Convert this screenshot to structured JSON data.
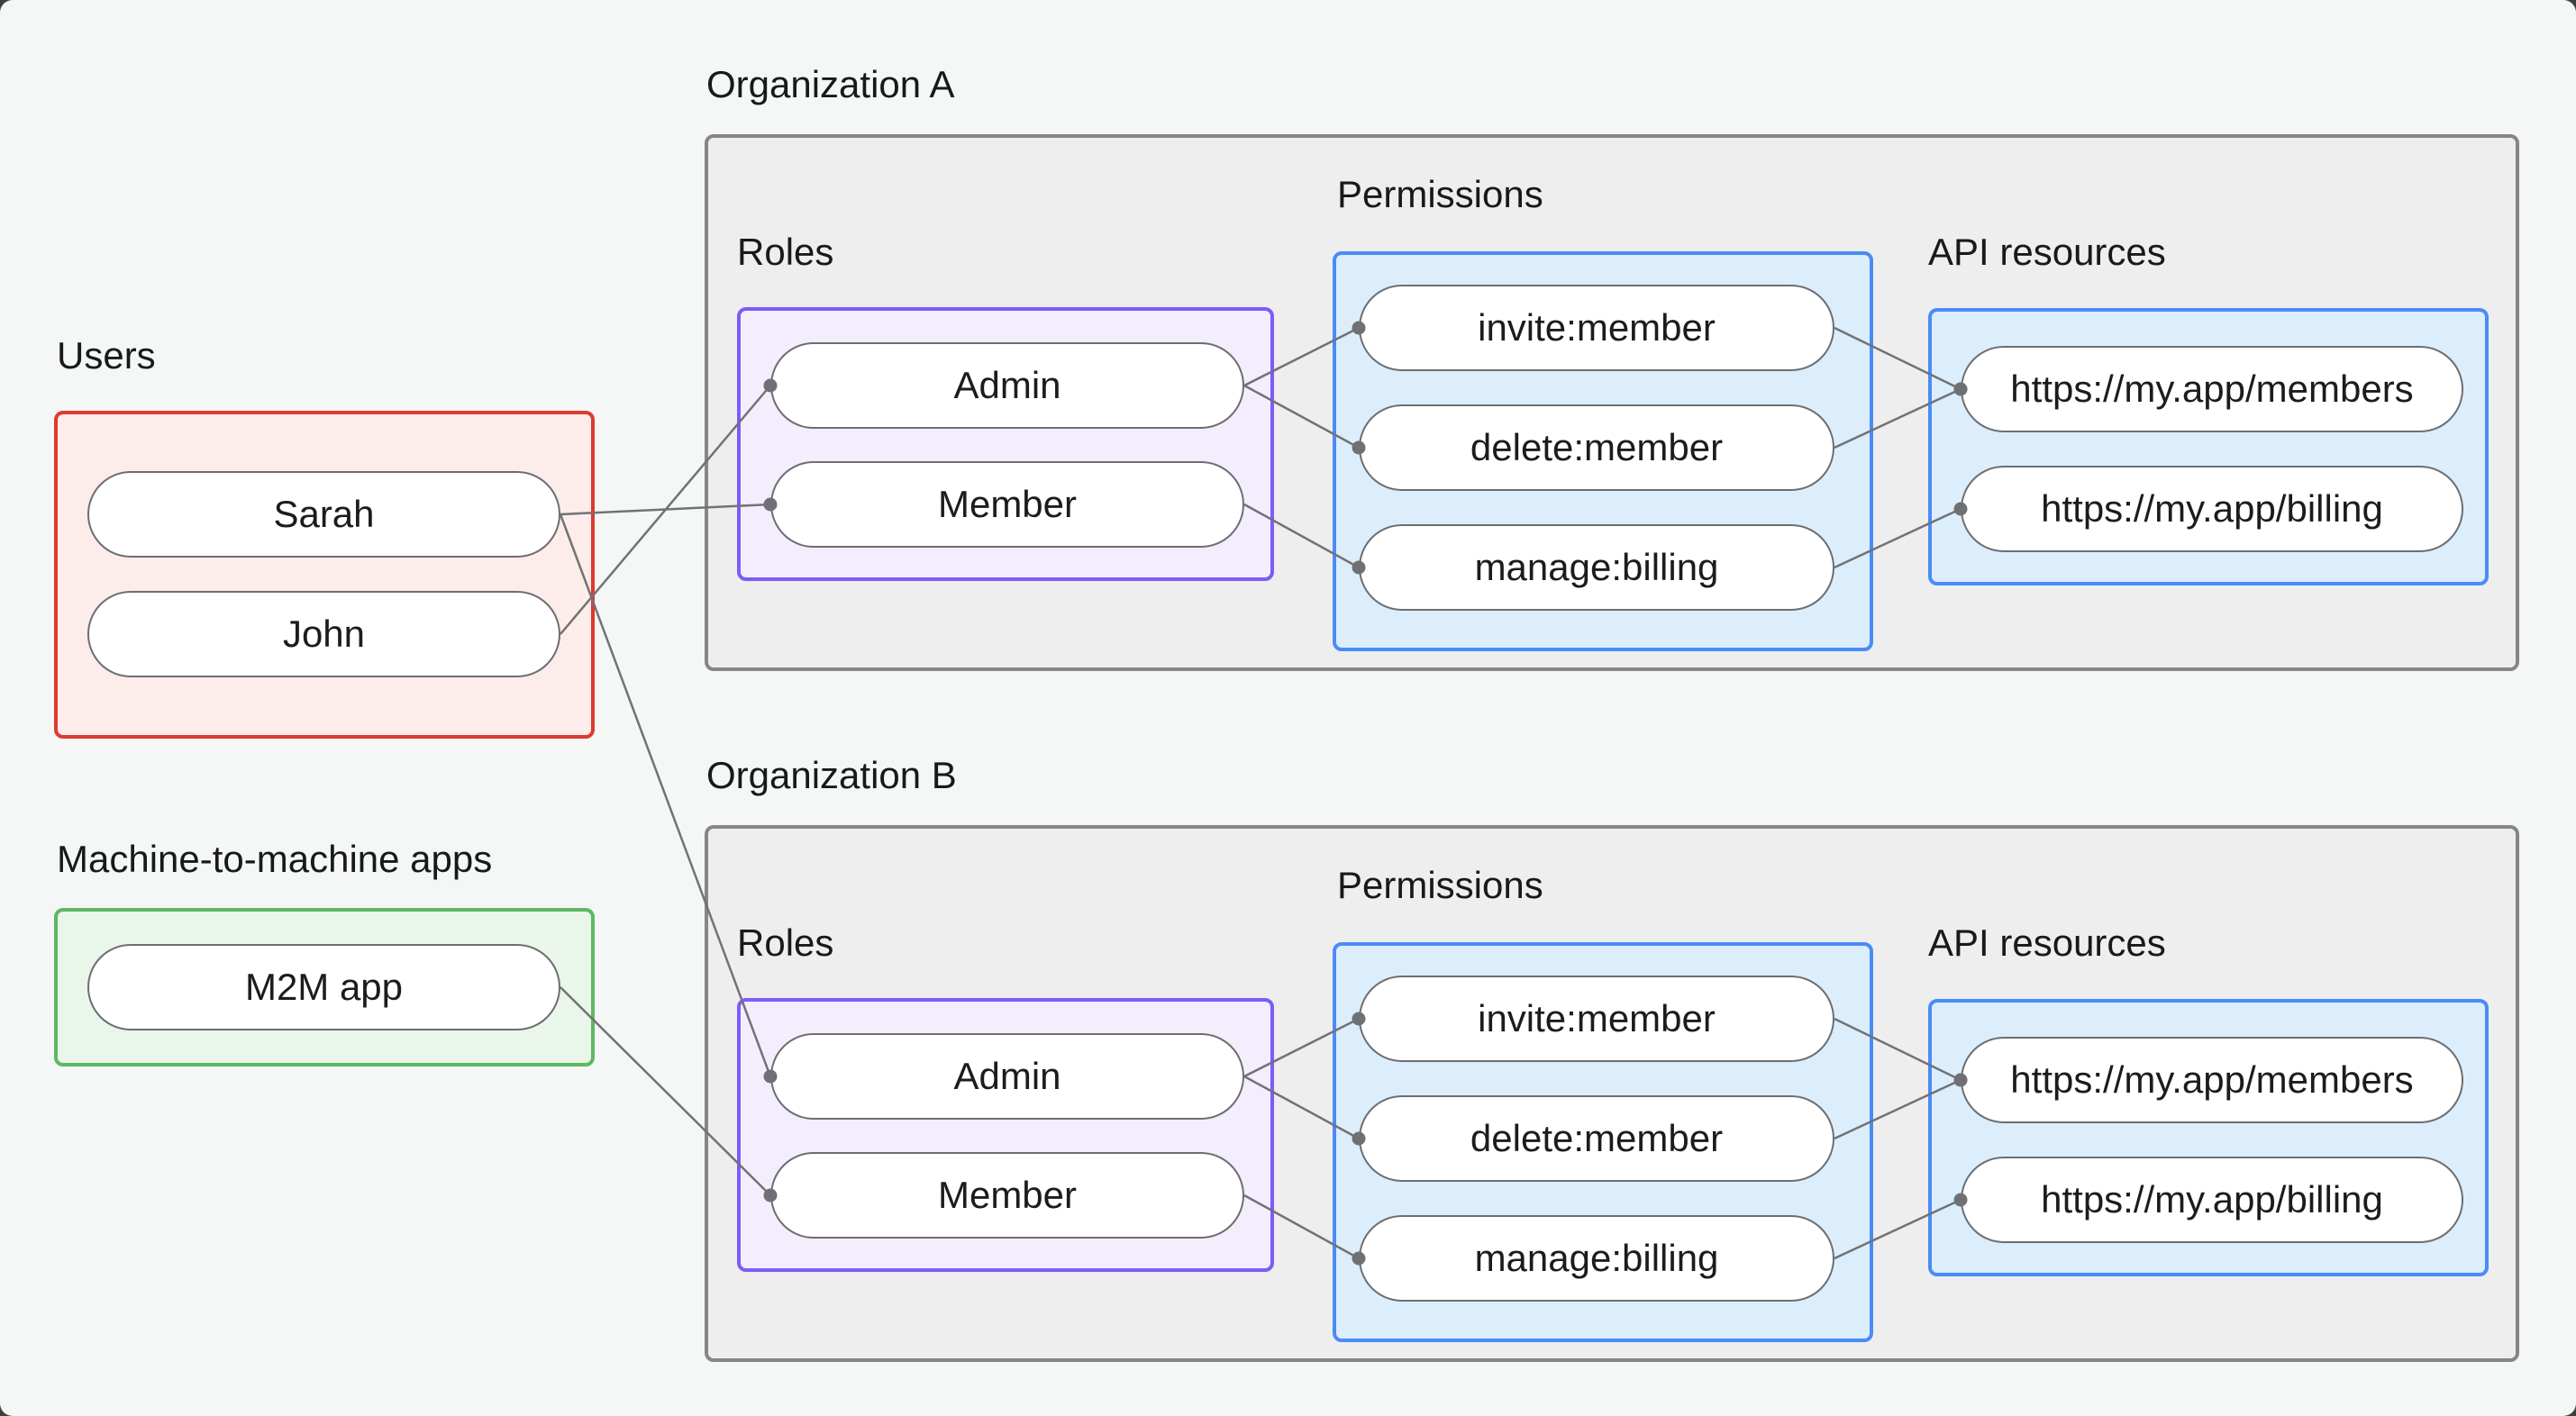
{
  "colors": {
    "backdrop": "#36453a",
    "canvas_background": "#f5f6f6",
    "org_box_fill": "#eeeeef",
    "org_box_border": "#85868a",
    "users_box_fill": "#fcecea",
    "users_box_border": "#e0392e",
    "m2m_box_fill": "#e9f6e9",
    "m2m_box_border": "#5eb763",
    "roles_box_fill": "#f3edfd",
    "roles_box_border": "#7c5cf7",
    "blue_box_fill": "#dceefc",
    "blue_box_border": "#4a8cf7",
    "pill_border": "#6d6e71",
    "connector": "#717275",
    "text": "#1a1c1e"
  },
  "users_group": {
    "label": "Users",
    "items": [
      {
        "id": "sarah",
        "label": "Sarah"
      },
      {
        "id": "john",
        "label": "John"
      }
    ]
  },
  "m2m_group": {
    "label": "Machine-to-machine apps",
    "items": [
      {
        "id": "m2m",
        "label": "M2M app"
      }
    ]
  },
  "org_a": {
    "label": "Organization A",
    "roles": {
      "label": "Roles",
      "items": [
        {
          "id": "adminA",
          "label": "Admin"
        },
        {
          "id": "memberA",
          "label": "Member"
        }
      ]
    },
    "permissions": {
      "label": "Permissions",
      "items": [
        {
          "id": "inviteA",
          "label": "invite:member"
        },
        {
          "id": "deleteA",
          "label": "delete:member"
        },
        {
          "id": "manageA",
          "label": "manage:billing"
        }
      ]
    },
    "api_resources": {
      "label": "API resources",
      "items": [
        {
          "id": "membersA",
          "label": "https://my.app/members"
        },
        {
          "id": "billingA",
          "label": "https://my.app/billing"
        }
      ]
    }
  },
  "org_b": {
    "label": "Organization B",
    "roles": {
      "label": "Roles",
      "items": [
        {
          "id": "adminB",
          "label": "Admin"
        },
        {
          "id": "memberB",
          "label": "Member"
        }
      ]
    },
    "permissions": {
      "label": "Permissions",
      "items": [
        {
          "id": "inviteB",
          "label": "invite:member"
        },
        {
          "id": "deleteB",
          "label": "delete:member"
        },
        {
          "id": "manageB",
          "label": "manage:billing"
        }
      ]
    },
    "api_resources": {
      "label": "API resources",
      "items": [
        {
          "id": "membersB",
          "label": "https://my.app/members"
        },
        {
          "id": "billingB",
          "label": "https://my.app/billing"
        }
      ]
    }
  },
  "edges": [
    [
      "sarah",
      "memberA"
    ],
    [
      "john",
      "adminA"
    ],
    [
      "sarah",
      "adminB"
    ],
    [
      "m2m",
      "memberB"
    ],
    [
      "adminA",
      "inviteA"
    ],
    [
      "adminA",
      "deleteA"
    ],
    [
      "memberA",
      "manageA"
    ],
    [
      "inviteA",
      "membersA"
    ],
    [
      "deleteA",
      "membersA"
    ],
    [
      "manageA",
      "billingA"
    ],
    [
      "adminB",
      "inviteB"
    ],
    [
      "adminB",
      "deleteB"
    ],
    [
      "memberB",
      "manageB"
    ],
    [
      "inviteB",
      "membersB"
    ],
    [
      "deleteB",
      "membersB"
    ],
    [
      "manageB",
      "billingB"
    ]
  ]
}
